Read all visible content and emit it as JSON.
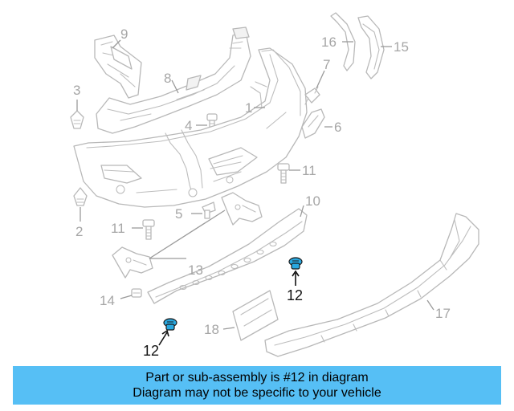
{
  "diagram": {
    "callouts": {
      "c2": "2",
      "c3": "3",
      "c4": "4",
      "c5": "5",
      "c6": "6",
      "c7": "7",
      "c8": "8",
      "c9": "9",
      "c10": "10",
      "c11a": "11",
      "c11b": "11",
      "c12a": "12",
      "c12b": "12",
      "c13": "13",
      "c14": "14",
      "c15": "15",
      "c16": "16",
      "c17": "17",
      "c18": "18",
      "c1": "1"
    },
    "highlight_color": "#29a8e0",
    "highlighted_part": "12"
  },
  "banner": {
    "line1": "Part or sub-assembly is #12 in diagram",
    "line2": "Diagram may not be specific to your vehicle",
    "background": "#56bff5"
  }
}
